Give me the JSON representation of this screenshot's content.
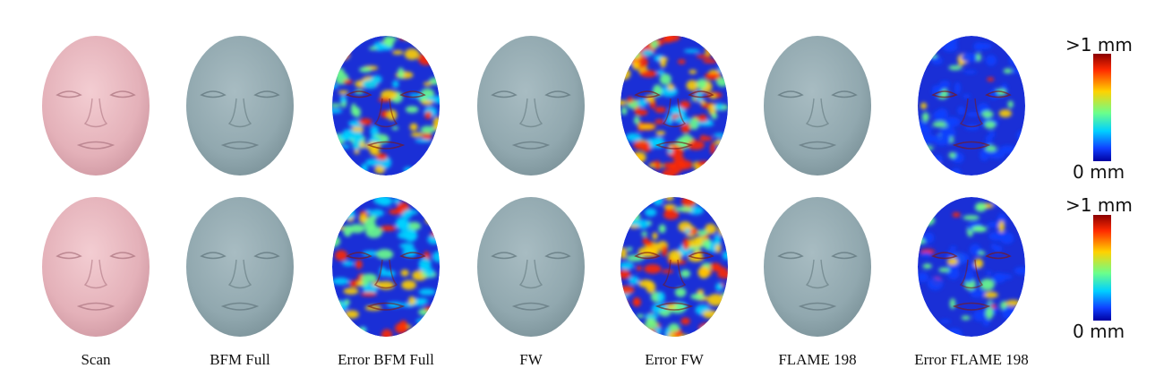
{
  "figure": {
    "columns": [
      {
        "label": "Scan",
        "kind": "scan"
      },
      {
        "label": "BFM Full",
        "kind": "mesh"
      },
      {
        "label": "Error BFM Full",
        "kind": "error-medium"
      },
      {
        "label": "FW",
        "kind": "mesh"
      },
      {
        "label": "Error FW",
        "kind": "error-high"
      },
      {
        "label": "FLAME 198",
        "kind": "mesh"
      },
      {
        "label": "Error FLAME 198",
        "kind": "error-low"
      }
    ],
    "rows": 2,
    "colorbar": {
      "max_label": ">1 mm",
      "min_label": "0 mm",
      "colors": [
        "#8b0000",
        "#ff2a00",
        "#ffd200",
        "#6cff8a",
        "#00d0ff",
        "#1040ff",
        "#0000a0"
      ]
    },
    "colors": {
      "scan": "#e8b9c0",
      "mesh": "#93aab1",
      "error_base": "#1a2fd6"
    }
  }
}
